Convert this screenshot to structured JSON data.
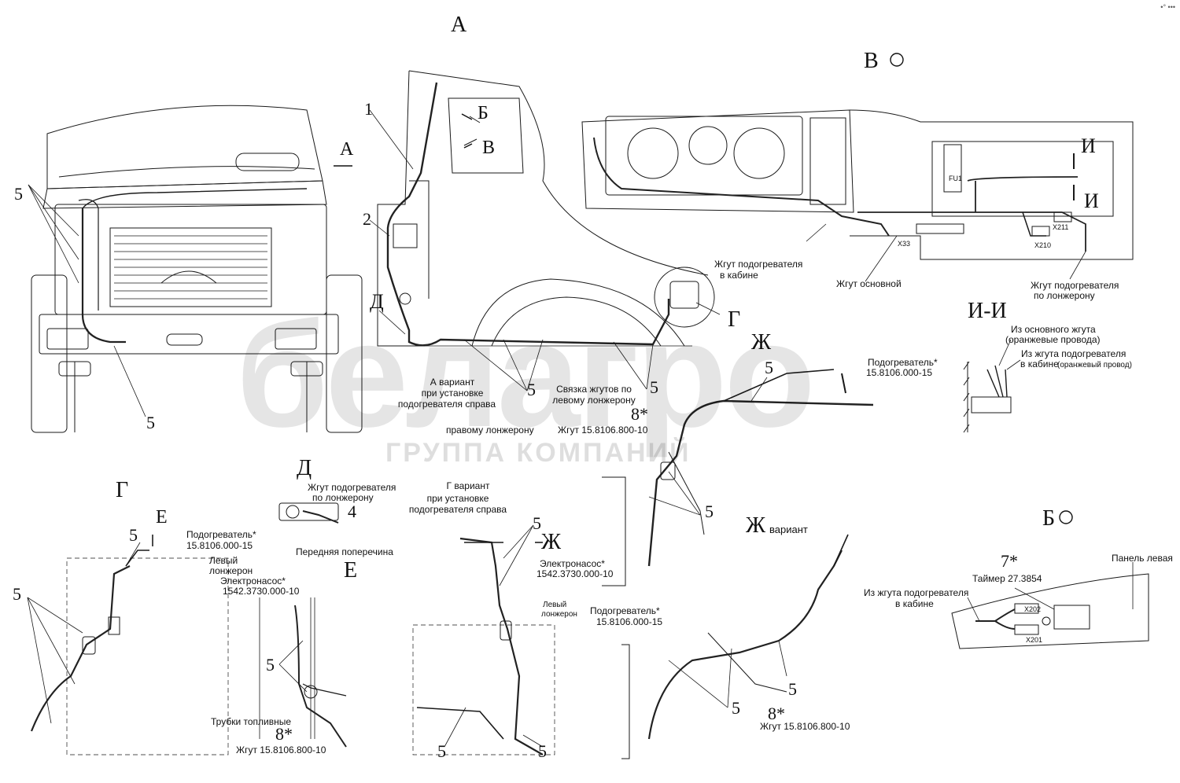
{
  "views": {
    "A": "А",
    "V": "В",
    "G": "Г",
    "D": "Д",
    "E": "Е",
    "Zh": "Ж",
    "Zh_variant": "Ж",
    "B": "Б",
    "I_I": "И-И",
    "arrow_A": "А",
    "arrow_B": "Б",
    "arrow_V": "В",
    "arrow_E": "Е",
    "arrow_Zh": "Ж",
    "cut_I_top": "И",
    "cut_I_bottom": "И"
  },
  "callouts": {
    "n1": "1",
    "n2": "2",
    "n4": "4",
    "n5": "5",
    "n7": "7*",
    "n8": "8*"
  },
  "labels": {
    "variant_word": "вариант",
    "a_variant_l1": "А вариант",
    "a_variant_l2": "при установке",
    "a_variant_l3": "подогревателя справа",
    "right_spar": "правому лонжерону",
    "bundle_l1": "Связка жгутов по",
    "bundle_l2": "левому лонжерону",
    "harness_cab_l1": "Жгут подогревателя",
    "harness_cab_l2": "в кабине",
    "harness_main": "Жгут основной",
    "harness_spar_l1": "Жгут подогревателя",
    "harness_spar_l2": "по лонжерону",
    "from_main_l1": "Из основного жгута",
    "from_main_l2": "(оранжевые провода)",
    "from_cab_l1": "Из жгута подогревателя",
    "from_cab_l2": "в кабине",
    "orange_wire": "(оранжевый провод)",
    "heater_l1": "Подогреватель*",
    "heater_l2": "15.8106.000-15",
    "harness_8": "Жгут 15.8106.800-10",
    "d_harness_l1": "Жгут подогревателя",
    "d_harness_l2": "по лонжерону",
    "front_cross": "Передняя поперечина",
    "left_spar_l1": "Левый",
    "left_spar_l2": "лонжерон",
    "pump_l1": "Электронасос*",
    "pump_l2": "1542.3730.000-10",
    "fuel_pipes": "Трубки топливные",
    "g_variant_l1": "Г   вариант",
    "g_variant_l2": "при установке",
    "g_variant_l3": "подогревателя справа",
    "panel_left": "Панель левая",
    "timer": "Таймер 27.3854",
    "from_cab_b_l1": "Из жгута подогревателя",
    "from_cab_b_l2": "в кабине"
  },
  "connectors": {
    "fu1": "FU1",
    "x33": "X33",
    "x210": "X210",
    "x211": "X211",
    "x201": "X201",
    "x202": "X202"
  },
  "watermark": {
    "brand": "белагро",
    "subtitle": "ГРУППА КОМПАНИЙ"
  },
  "corner_mark": "•° •••",
  "colors": {
    "line": "#1a1a1a",
    "harness": "#222222",
    "watermark": "#000000"
  }
}
